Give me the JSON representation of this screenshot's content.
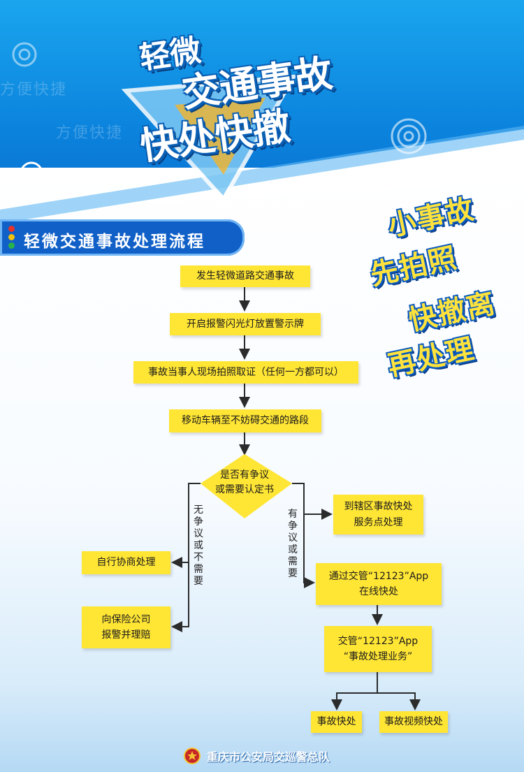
{
  "hero": {
    "title_line1": "轻微",
    "title_line2": "交通事故",
    "title_line3": "快处快撤",
    "bg_texts": [
      "方便快捷",
      "方便快捷"
    ]
  },
  "section": {
    "title": "轻微交通事故处理流程",
    "light_colors": [
      "#e8322a",
      "#f5c40b",
      "#29b34a"
    ]
  },
  "slogans": [
    "小事故",
    "先拍照",
    "快撤离",
    "再处理"
  ],
  "flow": {
    "step1": "发生轻微道路交通事故",
    "step2": "开启报警闪光灯放置警示牌",
    "step3": "事故当事人现场拍照取证（任何一方都可以）",
    "step4": "移动车辆至不妨碍交通的路段",
    "decision": "是否有争议\n或需要认定书",
    "left_label": "无争议或不需要",
    "right_label": "有争议或需要",
    "left1": "自行协商处理",
    "left2": "向保险公司\n报警并理赔",
    "right1": "到辖区事故快处\n服务点处理",
    "right2": "通过交管“12123”App\n在线快处",
    "right3": "交管“12123”App\n“事故处理业务”",
    "leaf1": "事故快处",
    "leaf2": "事故视频快处"
  },
  "footer": {
    "org": "重庆市公安局交巡警总队"
  },
  "colors": {
    "box": "#ffe534",
    "banner": "#1060c8",
    "slogan": "#ffe33c"
  }
}
